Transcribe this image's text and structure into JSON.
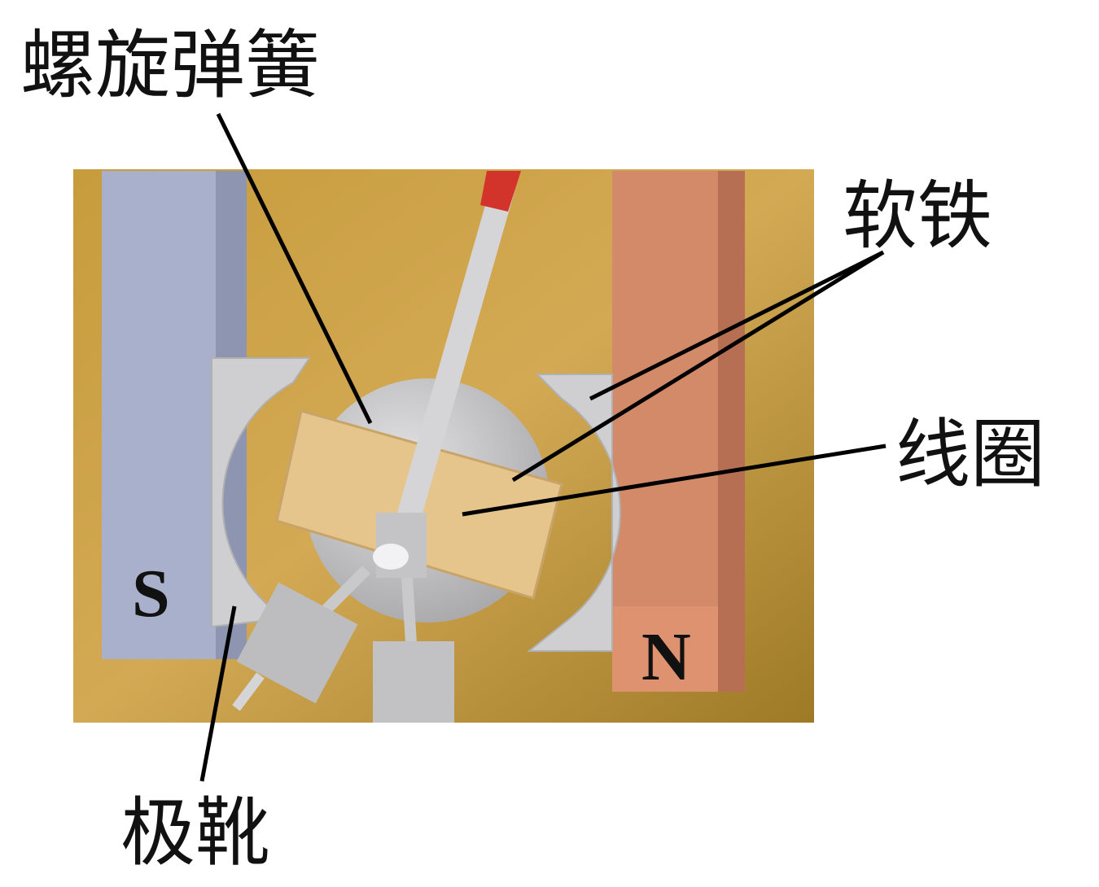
{
  "labels": {
    "spiral_spring": "螺旋弹簧",
    "soft_iron": "软铁",
    "coil": "线圈",
    "pole_shoe": "极靴"
  },
  "poles": {
    "south": "S",
    "north": "N"
  },
  "colors": {
    "board": "#c9a045",
    "south_magnet": "#a9b0cb",
    "north_magnet": "#d38a68",
    "iron": "#c9c9cb",
    "coil": "#e6c58c",
    "pointer_tip": "#d2332a"
  }
}
